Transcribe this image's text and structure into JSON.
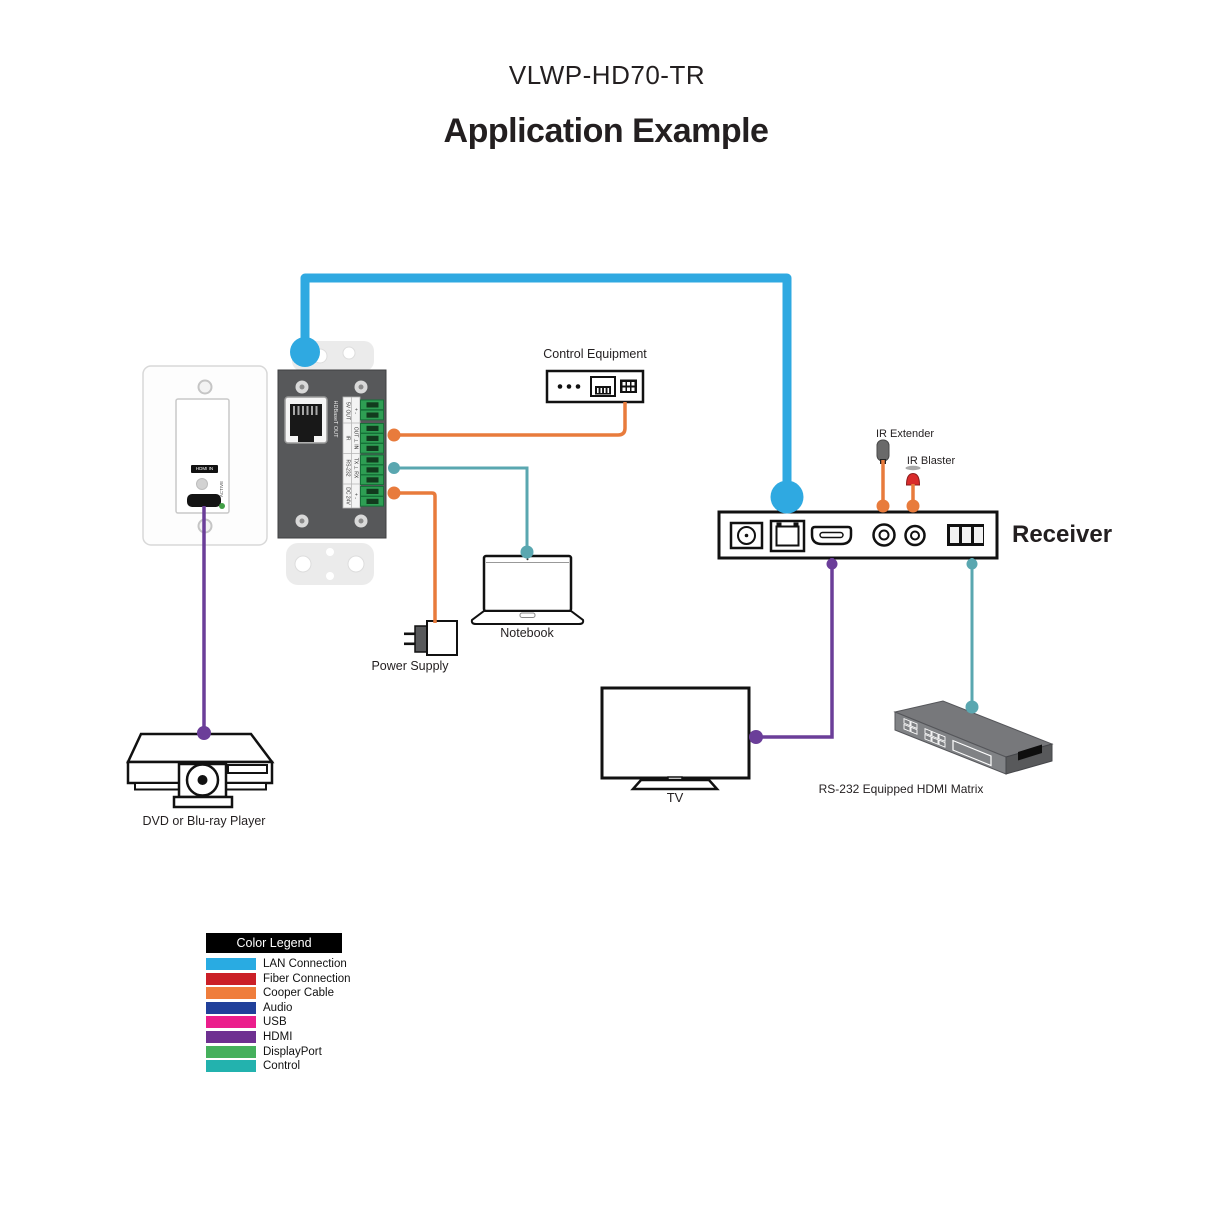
{
  "header": {
    "model": "VLWP-HD70-TR",
    "title": "Application Example"
  },
  "colors": {
    "lan_line": "#2FA9E1",
    "copper_line": "#E87B3C",
    "control_line": "#5AA7B0",
    "hdmi_line": "#6B3E99"
  },
  "wallplate": {
    "hdmi_in": "HDMI IN",
    "active": "ACTIVE"
  },
  "transmitter": {
    "hdbaset_out": "HDBaseT OUT",
    "ports": [
      {
        "name": "5V OUT",
        "pins": "+  -"
      },
      {
        "name": "IR",
        "pins": "OUT ⊥ IN"
      },
      {
        "name": "RS-232",
        "pins": "TX ⊥ RX"
      },
      {
        "name": "DC 24V",
        "pins": "+  -"
      }
    ]
  },
  "devices": {
    "control_equipment": "Control Equipment",
    "receiver": "Receiver",
    "ir_extender": "IR Extender",
    "ir_blaster": "IR Blaster",
    "notebook": "Notebook",
    "power_supply": "Power Supply",
    "tv": "TV",
    "dvd": "DVD or Blu-ray Player",
    "matrix": "RS-232 Equipped HDMI Matrix"
  },
  "legend": {
    "title": "Color Legend",
    "items": [
      {
        "label": "LAN Connection",
        "color": "#29ABE2"
      },
      {
        "label": "Fiber Connection",
        "color": "#CB2027"
      },
      {
        "label": "Cooper Cable",
        "color": "#EF7D3C"
      },
      {
        "label": "Audio",
        "color": "#21409A"
      },
      {
        "label": "USB",
        "color": "#EB1E8C"
      },
      {
        "label": "HDMI",
        "color": "#6E3091"
      },
      {
        "label": "DisplayPort",
        "color": "#45B05C"
      },
      {
        "label": "Control",
        "color": "#23B2AE"
      }
    ]
  }
}
